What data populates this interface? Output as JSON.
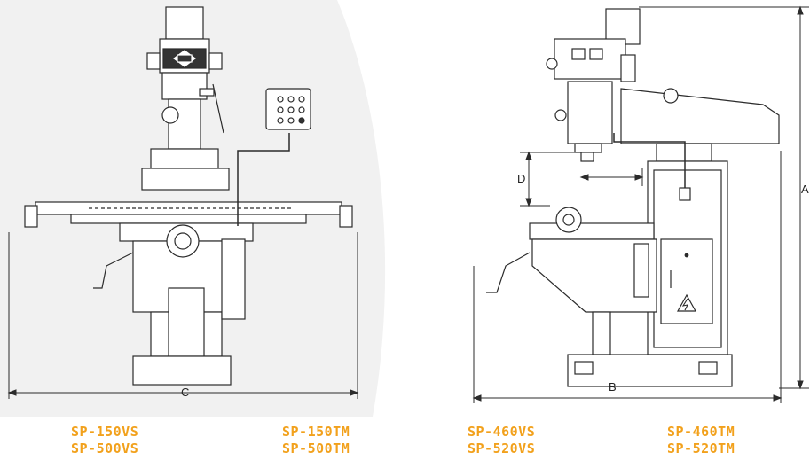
{
  "colors": {
    "model_text": "#F2A11C",
    "line": "#2b2b2b",
    "background_shape": "#f1f1f1"
  },
  "dimensions": {
    "a": "A",
    "b": "B",
    "c": "C",
    "d": "D"
  },
  "models": [
    {
      "line1": "SP-150VS",
      "line2": "SP-500VS"
    },
    {
      "line1": "SP-150TM",
      "line2": "SP-500TM"
    },
    {
      "line1": "SP-460VS",
      "line2": "SP-520VS"
    },
    {
      "line1": "SP-460TM",
      "line2": "SP-520TM"
    }
  ],
  "icons": {
    "hazard": "electrical-hazard-icon"
  }
}
